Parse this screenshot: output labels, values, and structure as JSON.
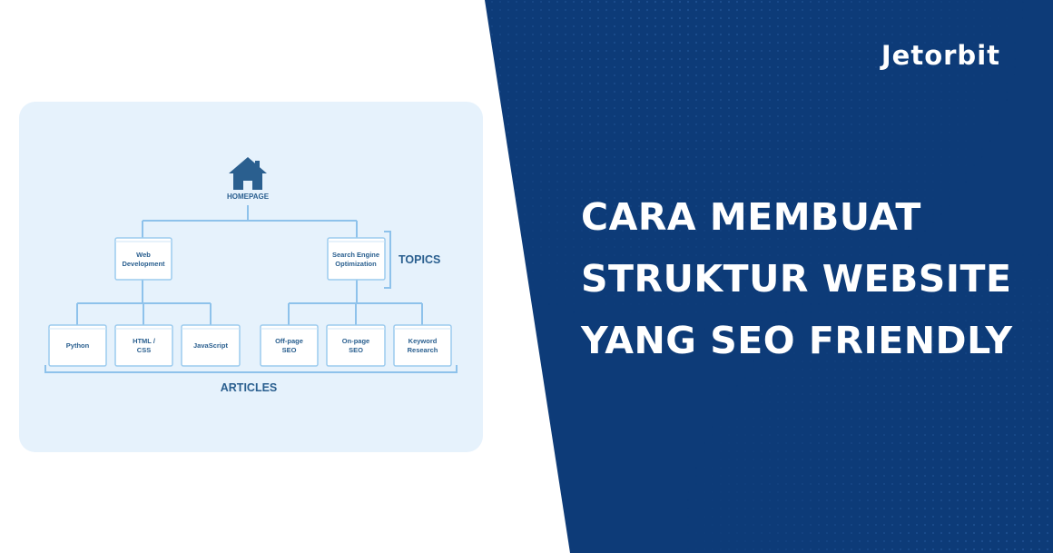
{
  "brand": {
    "logo_text": "Jetorbit"
  },
  "headline": {
    "line1": "CARA MEMBUAT",
    "line2": "STRUKTUR WEBSITE",
    "line3": "YANG SEO FRIENDLY"
  },
  "diagram": {
    "homepage_label": "HOMEPAGE",
    "topics_label": "TOPICS",
    "articles_label": "ARTICLES",
    "topic_web_line1": "Web",
    "topic_web_line2": "Development",
    "topic_seo_line1": "Search Engine",
    "topic_seo_line2": "Optimization",
    "articles": [
      {
        "line1": "Python",
        "line2": ""
      },
      {
        "line1": "HTML /",
        "line2": "CSS"
      },
      {
        "line1": "JavaScript",
        "line2": ""
      },
      {
        "line1": "Off-page",
        "line2": "SEO"
      },
      {
        "line1": "On-page",
        "line2": "SEO"
      },
      {
        "line1": "Keyword",
        "line2": "Research"
      }
    ]
  },
  "colors": {
    "panel_blue": "#0d3b78",
    "card_bg": "#e6f2fc",
    "diagram_text": "#2a5f8f",
    "connector": "#8ec2eb"
  }
}
